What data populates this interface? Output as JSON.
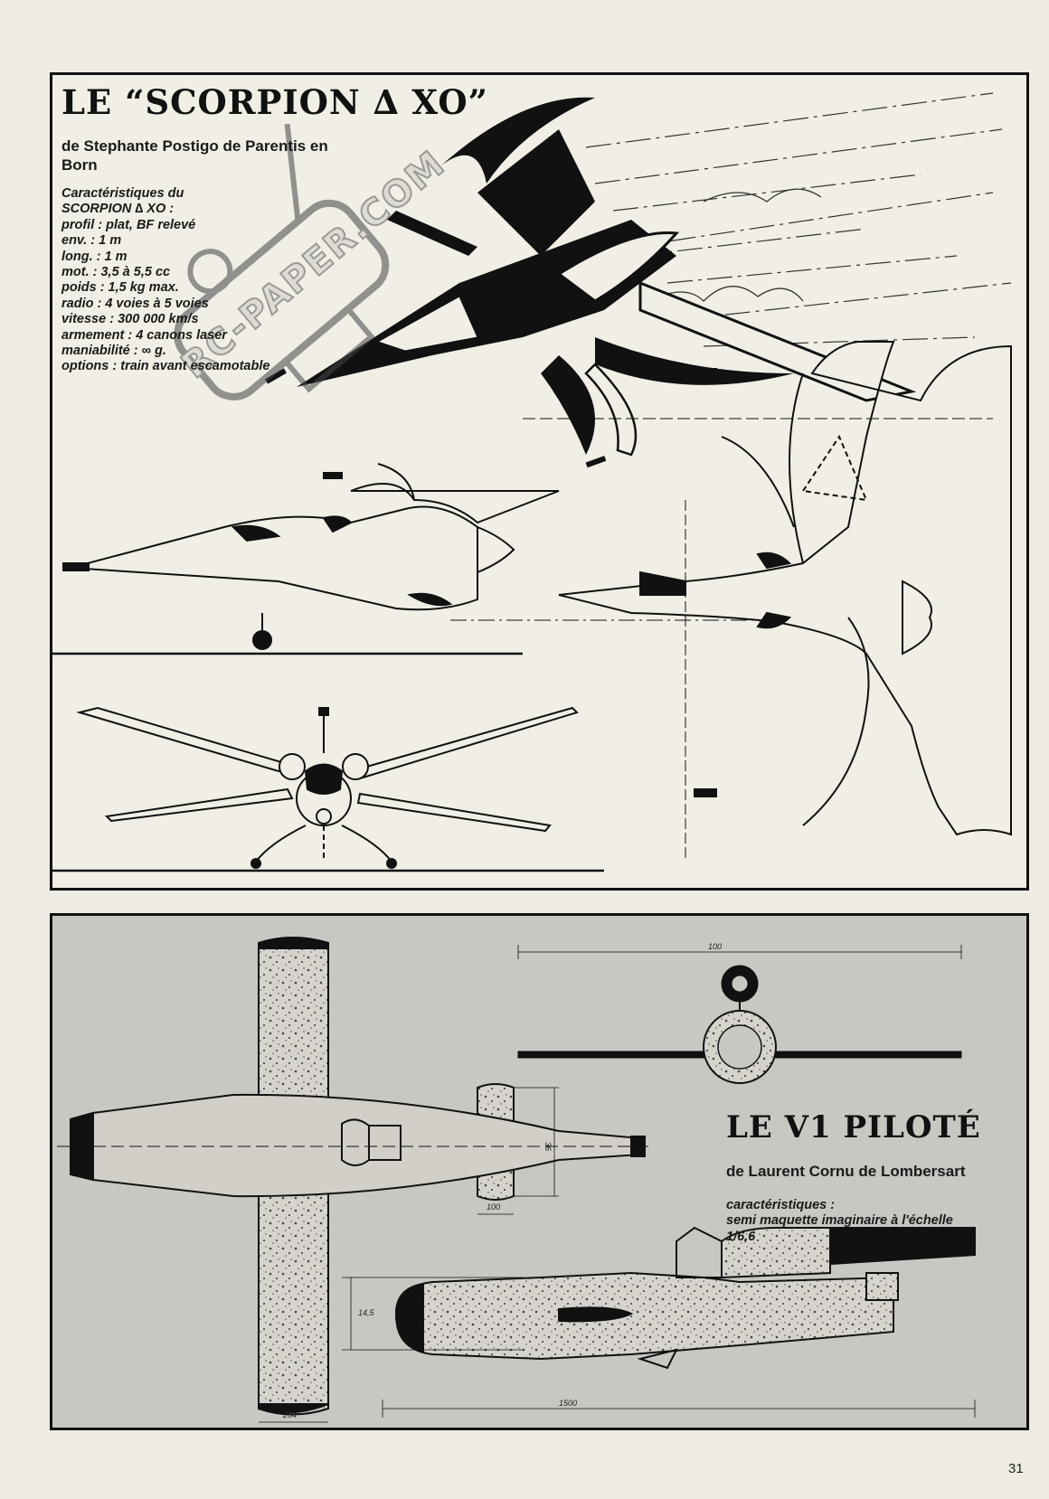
{
  "scorpion": {
    "title": "LE “SCORPION ∆ XO”",
    "author": "de Stephante Postigo de Parentis en Born",
    "specs": [
      "Caractéristiques du",
      "SCORPION ∆ XO :",
      "profil : plat, BF relevé",
      "env. : 1 m",
      "long. : 1 m",
      "mot. : 3,5 à 5,5 cc",
      "poids : 1,5 kg max.",
      "radio : 4 voies à 5 voies",
      "vitesse : 300 000 km/s",
      "armement : 4 canons laser",
      "maniabilité : ∞ g.",
      "options : train avant escamotable"
    ]
  },
  "watermark": {
    "text": "RC-PAPER.COM"
  },
  "v1": {
    "title": "LE V1 PILOTÉ",
    "author": "de Laurent Cornu de Lombersart",
    "specs": [
      "caractéristiques :",
      "semi maquette imaginaire à l'échelle",
      "1/6,6"
    ],
    "dimensions": {
      "front_span": "100",
      "tail_span": "36",
      "tail_chord": "100",
      "wing_chord": "204",
      "height": "14,5",
      "length": "1500"
    }
  },
  "page_number": "31",
  "colors": {
    "paper": "#eeebe2",
    "panel_gray": "#c9c7c1",
    "ink": "#111111"
  }
}
